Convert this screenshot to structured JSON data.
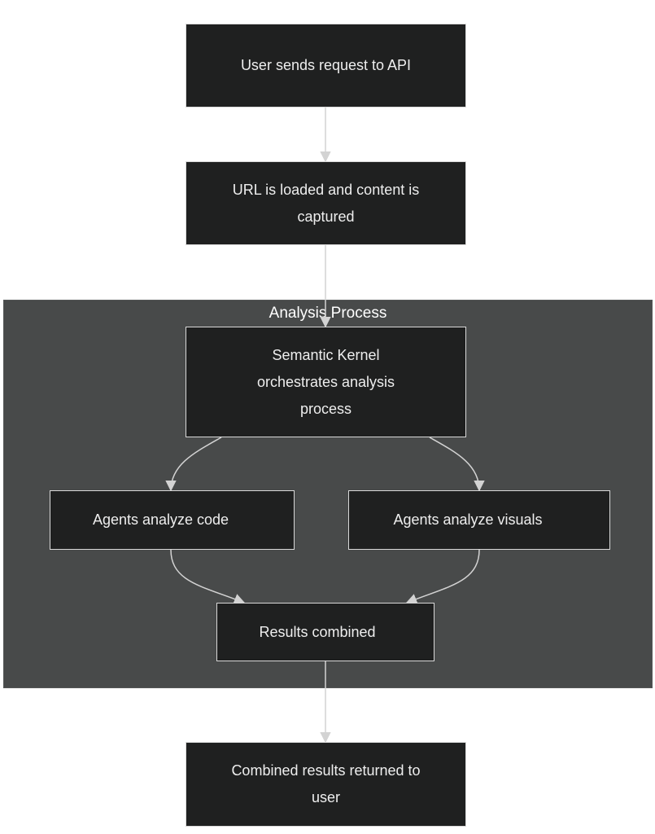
{
  "cluster": {
    "label": "Analysis Process"
  },
  "nodes": {
    "user_request": {
      "label": "User sends request to API"
    },
    "url_loaded": {
      "label": "URL is loaded and content is captured"
    },
    "semantic_kernel": {
      "label": "Semantic Kernel orchestrates analysis process"
    },
    "agents_code": {
      "label": "Agents analyze code"
    },
    "agents_visuals": {
      "label": "Agents analyze visuals"
    },
    "results_combined": {
      "label": "Results combined"
    },
    "results_returned": {
      "label": "Combined results returned to user"
    }
  },
  "edges": [
    {
      "from": "user_request",
      "to": "url_loaded"
    },
    {
      "from": "url_loaded",
      "to": "semantic_kernel"
    },
    {
      "from": "semantic_kernel",
      "to": "agents_code"
    },
    {
      "from": "semantic_kernel",
      "to": "agents_visuals"
    },
    {
      "from": "agents_code",
      "to": "results_combined"
    },
    {
      "from": "agents_visuals",
      "to": "results_combined"
    },
    {
      "from": "results_combined",
      "to": "results_returned"
    }
  ],
  "colors": {
    "node_fill": "#1f2020",
    "node_border": "#d9d9d9",
    "cluster_fill": "#484a4a",
    "edge": "#d3d3d3",
    "text": "#eeeeee"
  }
}
